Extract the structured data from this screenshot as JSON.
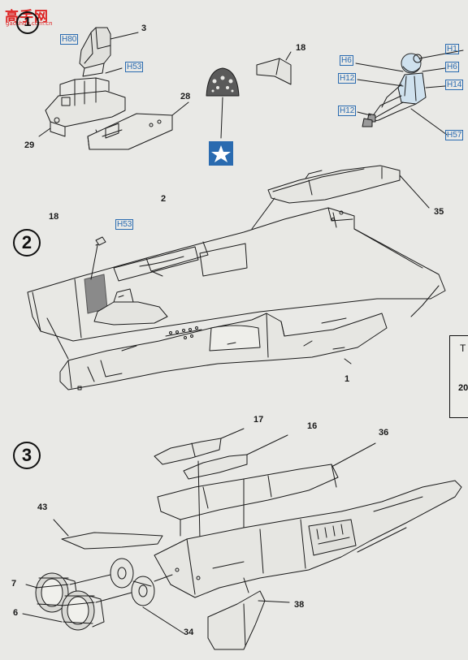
{
  "watermark": {
    "logo": "高手网",
    "url": "gaoshou.com.cn"
  },
  "steps": {
    "step1": "1",
    "step2": "2",
    "step3": "3"
  },
  "parts": {
    "p3": "3",
    "p18a": "18",
    "p28": "28",
    "p29": "29",
    "p2": "2",
    "p35": "35",
    "p18b": "18",
    "p1": "1",
    "p17": "17",
    "p16": "16",
    "p36": "36",
    "p43": "43",
    "p7": "7",
    "p6": "6",
    "p34": "34",
    "p38": "38"
  },
  "paint_codes": {
    "h80": "H80",
    "h53a": "H53",
    "h53b": "H53",
    "h6a": "H6",
    "h12a": "H12",
    "h12b": "H12",
    "h1": "H1",
    "h6b": "H6",
    "h14": "H14",
    "h57": "H57"
  },
  "sidebox": {
    "letter": "T",
    "number": "20"
  },
  "colors": {
    "line": "#1a1a1a",
    "paint_code": "#2a6bb0",
    "star_badge": "#2a6bb0",
    "decal_fill": "#5a5a5a",
    "pilot_fill": "#cfe1ee"
  }
}
